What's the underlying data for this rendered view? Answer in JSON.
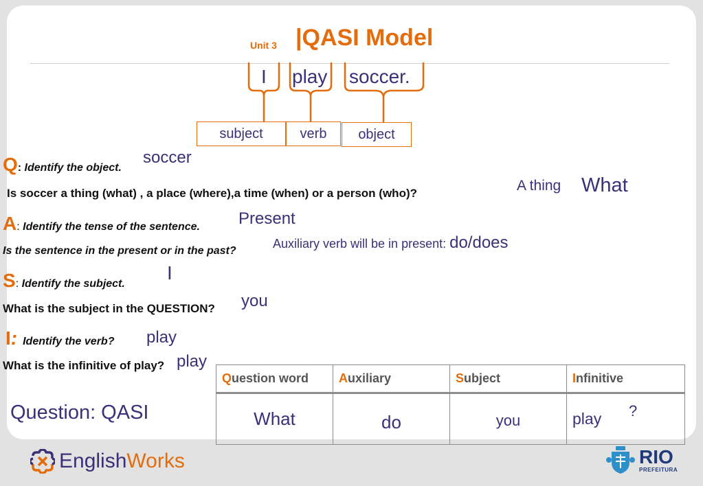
{
  "header": {
    "unit": "Unit 3",
    "title": "|QASI Model"
  },
  "sentence": {
    "word1": "I",
    "word2": "play",
    "word3": "soccer."
  },
  "roles": {
    "subject": "subject",
    "verb": "verb",
    "object": "object"
  },
  "q": {
    "letter": "Q",
    "sep": ":",
    "label": " Identify the object.",
    "answer": "soccer",
    "question": "Is soccer a thing (what) , a place (where),a time (when) or a person (who)?",
    "note": "A thing",
    "result": "What"
  },
  "a": {
    "letter": "A",
    "sep": ":",
    "label": " Identify the tense of the sentence.",
    "answer": "Present",
    "question": "Is the sentence in the present or in the past?",
    "note_text": "Auxiliary verb will be in present: ",
    "note_value": "do/does"
  },
  "s": {
    "letter": "S",
    "sep": ":",
    "label": " Identify the subject.",
    "answer": "I",
    "question": "What is the subject in the QUESTION?",
    "result": "you"
  },
  "i": {
    "letter": "I",
    "sep": ":",
    "label": "Identify the verb?",
    "answer": "play",
    "question": "What is the infinitive of play?",
    "result": "play"
  },
  "summary": "Question: QASI",
  "table": {
    "headers": [
      {
        "first": "Q",
        "rest": "uestion word"
      },
      {
        "first": "A",
        "rest": "uxiliary"
      },
      {
        "first": "S",
        "rest": "ubject"
      },
      {
        "first": "I",
        "rest": "nfinitive"
      }
    ],
    "row": [
      "What",
      "do",
      "you",
      "play"
    ],
    "mark": "?"
  },
  "footer": {
    "brand_a": "English",
    "brand_b": "Works",
    "rio": "RIO",
    "rio_sub": "PREFEITURA"
  },
  "colors": {
    "accent": "#e46c0a",
    "ink": "#3a3178"
  }
}
